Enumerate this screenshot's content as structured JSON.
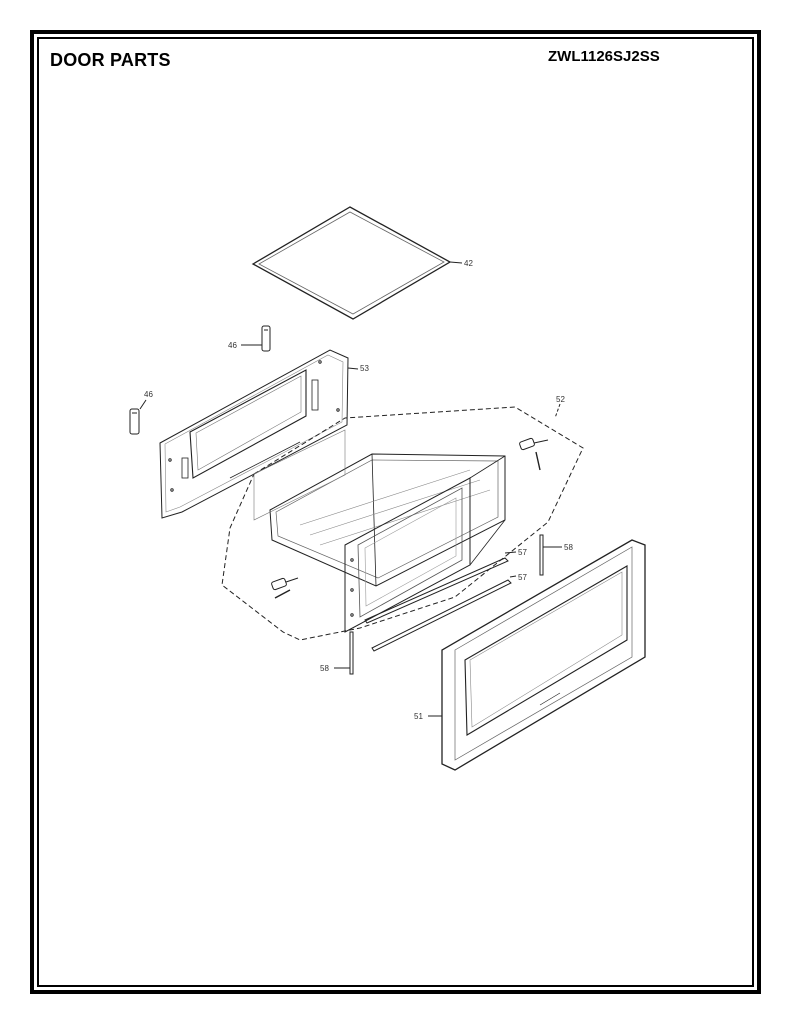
{
  "header": {
    "title": "DOOR PARTS",
    "model": "ZWL1126SJ2SS"
  },
  "parts": [
    {
      "id": "p42",
      "label": "42"
    },
    {
      "id": "p46a",
      "label": "46"
    },
    {
      "id": "p46b",
      "label": "46"
    },
    {
      "id": "p53",
      "label": "53"
    },
    {
      "id": "p52",
      "label": "52"
    },
    {
      "id": "p57a",
      "label": "57"
    },
    {
      "id": "p57b",
      "label": "57"
    },
    {
      "id": "p58a",
      "label": "58"
    },
    {
      "id": "p58b",
      "label": "58"
    },
    {
      "id": "p51",
      "label": "51"
    }
  ]
}
